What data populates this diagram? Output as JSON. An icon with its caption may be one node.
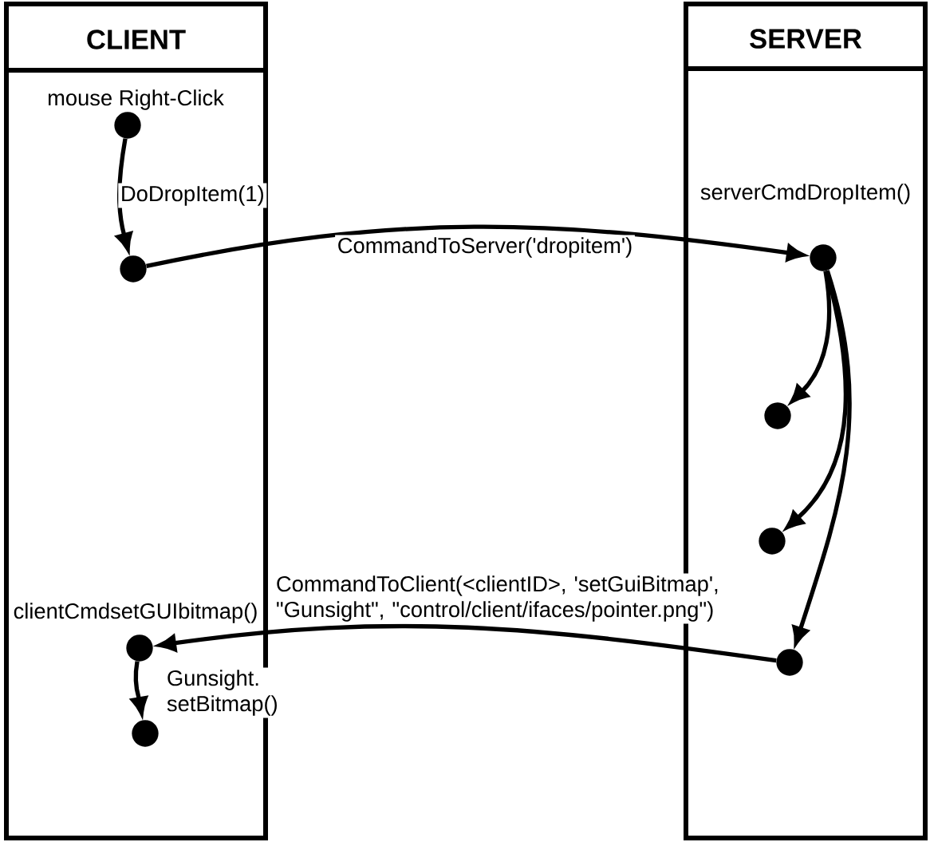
{
  "diagram": {
    "nodes": [
      {
        "text": [
          "CLIENT"
        ]
      },
      {
        "text": [
          "SERVER"
        ]
      },
      {
        "text": [],
        "shape": "circle",
        "in": 0,
        "beside": [
          "mouse Right-Click"
        ]
      },
      {
        "text": [],
        "shape": "circle",
        "in": 0
      },
      {
        "text": [],
        "shape": "circle",
        "in": 1,
        "beside": [
          "serverCmdDropItem()"
        ]
      },
      {
        "text": [],
        "shape": "circle",
        "in": 1
      },
      {
        "text": [],
        "shape": "circle",
        "in": 1
      },
      {
        "text": [],
        "shape": "circle",
        "in": 1
      },
      {
        "text": [],
        "shape": "circle",
        "in": 0,
        "beside": [
          "clientCmdsetGUIbitmap()"
        ]
      },
      {
        "text": [],
        "shape": "circle",
        "in": 0
      }
    ],
    "edges": [
      {
        "from": 2,
        "to": 3,
        "arrow": "to",
        "label": "DoDropItem(1)"
      },
      {
        "from": 3,
        "to": 4,
        "arrow": "to",
        "label": "CommandToServer('dropitem')"
      },
      {
        "from": 4,
        "to": 5,
        "arrow": "to"
      },
      {
        "from": 4,
        "to": 6,
        "arrow": "to"
      },
      {
        "from": 4,
        "to": 7,
        "arrow": "to"
      },
      {
        "from": 7,
        "to": 8,
        "arrow": "to",
        "label": "CommandToClient(<clientID>, 'setGuiBitmap', \"Gunsight\", \"control/client/ifaces/pointer.png\")"
      },
      {
        "from": 8,
        "to": 9,
        "arrow": "to",
        "label": "Gunsight. setBitmap()"
      }
    ]
  }
}
